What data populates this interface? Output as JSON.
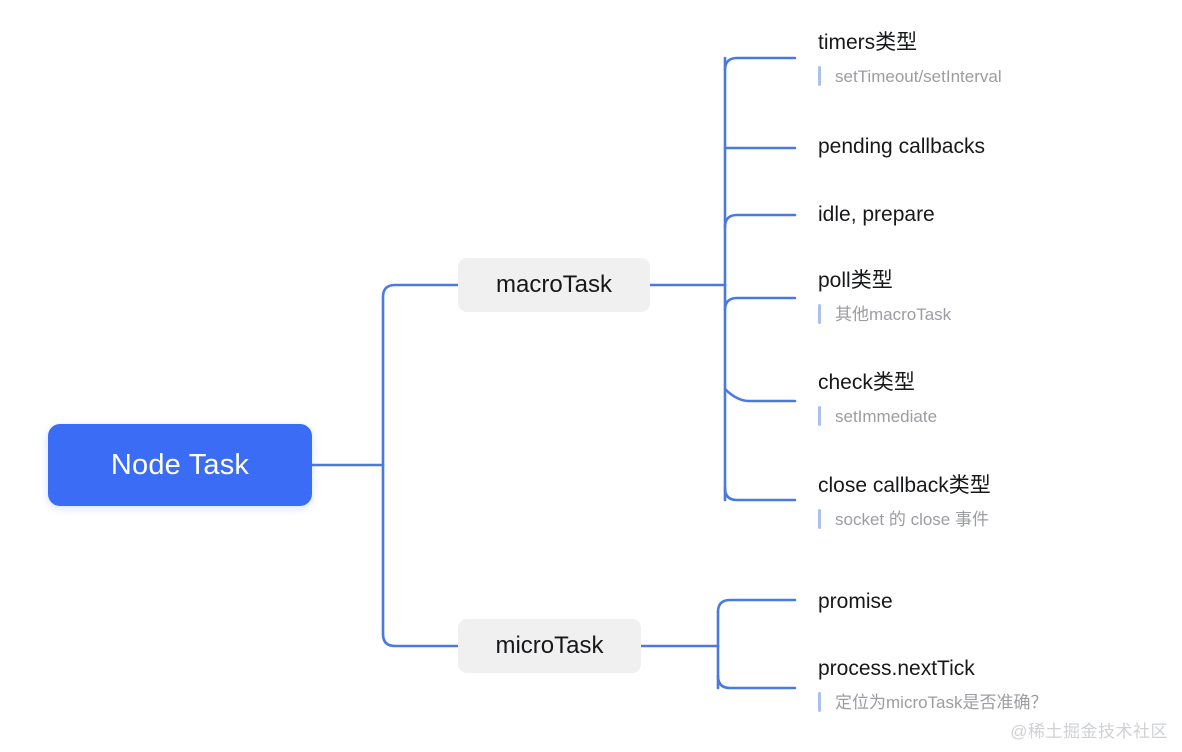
{
  "diagram": {
    "type": "mind-map",
    "orientation": "left-to-right",
    "colors": {
      "root_fill": "#3b6cf6",
      "root_text": "#ffffff",
      "branch_fill": "#f0f0f1",
      "branch_text": "#17181a",
      "connector": "#4a79e0",
      "leaf_text": "#17181a",
      "note_text": "#9b9da1",
      "note_bar": "#a9c0f0",
      "background": "#ffffff",
      "watermark": "#cfd1d4"
    },
    "root": {
      "label": "Node Task"
    },
    "branches": [
      {
        "label": "macroTask",
        "children": [
          {
            "label": "timers类型",
            "note": "setTimeout/setInterval"
          },
          {
            "label": "pending callbacks",
            "note": ""
          },
          {
            "label": "idle, prepare",
            "note": ""
          },
          {
            "label": "poll类型",
            "note": "其他macroTask"
          },
          {
            "label": "check类型",
            "note": "setImmediate"
          },
          {
            "label": "close callback类型",
            "note": "socket 的 close 事件"
          }
        ]
      },
      {
        "label": "microTask",
        "children": [
          {
            "label": "promise",
            "note": ""
          },
          {
            "label": "process.nextTick",
            "note": "定位为microTask是否准确？"
          }
        ]
      }
    ]
  },
  "watermark": {
    "text": "@稀土掘金技术社区"
  }
}
